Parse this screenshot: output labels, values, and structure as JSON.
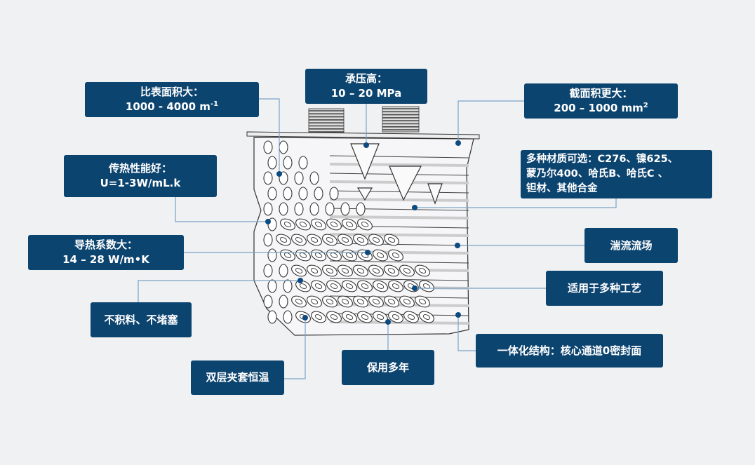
{
  "labels": {
    "specific_surface": {
      "title": "比表面积大：",
      "value": "1000 - 4000 m",
      "sup": "-1"
    },
    "pressure": {
      "title": "承压高：",
      "value": "10 – 20 MPa"
    },
    "cross_section": {
      "title": "截面积更大：",
      "value": "200 – 1000 mm",
      "sup": "2"
    },
    "materials": {
      "line1": "多种材质可选：C276、镍625、",
      "line2": "蒙乃尔400、哈氏B、哈氏C 、",
      "line3": "钽材、其他合金"
    },
    "heat_transfer": {
      "title": "传热性能好：",
      "value": "U=1-3W/mL.k"
    },
    "conductivity": {
      "title": "导热系数大：",
      "value": "14 – 28 W/m•K"
    },
    "turbulent": {
      "title": "湍流流场"
    },
    "processes": {
      "title": "适用于多种工艺"
    },
    "no_clog": {
      "title": "不积料、不堵塞"
    },
    "integrated": {
      "title": "一体化结构：核心通道0密封面"
    },
    "jacket": {
      "title": "双层夹套恒温"
    },
    "durable": {
      "title": "保用多年"
    }
  },
  "colors": {
    "box": "#0c4470",
    "leader": "#7aa3c8",
    "dot": "#0c4a80",
    "background": "#eff1f3"
  }
}
